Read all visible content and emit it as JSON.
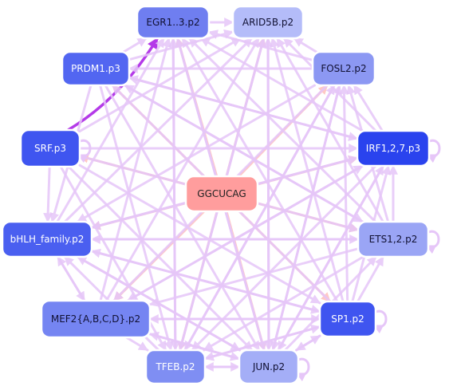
{
  "nodes": [
    {
      "id": "center",
      "label": "GGCUCAG",
      "color": "#ff9d9d",
      "text_color": "#222222"
    },
    {
      "id": "egr1",
      "label": "EGR1..3.p2",
      "color": "#6f7ef0",
      "text_color": "#111133"
    },
    {
      "id": "arid5b",
      "label": "ARID5B.p2",
      "color": "#b4bcf9",
      "text_color": "#111133"
    },
    {
      "id": "prdm1",
      "label": "PRDM1.p3",
      "color": "#5266f1",
      "text_color": "#ffffff"
    },
    {
      "id": "fosl2",
      "label": "FOSL2.p2",
      "color": "#8c98f3",
      "text_color": "#111133"
    },
    {
      "id": "srf",
      "label": "SRF.p3",
      "color": "#3f55f0",
      "text_color": "#ffffff"
    },
    {
      "id": "irf",
      "label": "IRF1,2,7.p3",
      "color": "#2a43ee",
      "text_color": "#ffffff"
    },
    {
      "id": "bhlh",
      "label": "bHLH_family.p2",
      "color": "#4a5ff0",
      "text_color": "#ffffff"
    },
    {
      "id": "ets",
      "label": "ETS1,2.p2",
      "color": "#9aa5f5",
      "text_color": "#111133"
    },
    {
      "id": "mef2",
      "label": "MEF2{A,B,C,D}.p2",
      "color": "#7585f2",
      "text_color": "#111133"
    },
    {
      "id": "sp1",
      "label": "SP1.p2",
      "color": "#3f55f0",
      "text_color": "#ffffff"
    },
    {
      "id": "tfeb",
      "label": "TFEB.p2",
      "color": "#7f8ef3",
      "text_color": "#ffffff"
    },
    {
      "id": "jun",
      "label": "JUN.p2",
      "color": "#a4aef7",
      "text_color": "#111133"
    }
  ],
  "edge_colors": {
    "from_center": "#ffc9c5",
    "between_factors": "#e6c6f8",
    "highlight": "#b43ae8"
  },
  "edges": [
    {
      "from": "center",
      "to": "egr1",
      "kind": "from_center"
    },
    {
      "from": "center",
      "to": "arid5b",
      "kind": "from_center"
    },
    {
      "from": "center",
      "to": "prdm1",
      "kind": "from_center"
    },
    {
      "from": "center",
      "to": "fosl2",
      "kind": "from_center"
    },
    {
      "from": "center",
      "to": "srf",
      "kind": "from_center"
    },
    {
      "from": "center",
      "to": "irf",
      "kind": "from_center"
    },
    {
      "from": "center",
      "to": "bhlh",
      "kind": "from_center"
    },
    {
      "from": "center",
      "to": "ets",
      "kind": "from_center"
    },
    {
      "from": "center",
      "to": "mef2",
      "kind": "from_center"
    },
    {
      "from": "center",
      "to": "sp1",
      "kind": "from_center"
    },
    {
      "from": "center",
      "to": "tfeb",
      "kind": "from_center"
    },
    {
      "from": "center",
      "to": "jun",
      "kind": "from_center"
    },
    {
      "from": "srf",
      "to": "egr1",
      "kind": "highlight"
    },
    {
      "from": "srf",
      "to": "arid5b",
      "kind": "between_factors"
    },
    {
      "from": "srf",
      "to": "irf",
      "kind": "between_factors"
    },
    {
      "from": "srf",
      "to": "bhlh",
      "kind": "between_factors"
    },
    {
      "from": "srf",
      "to": "ets",
      "kind": "between_factors"
    },
    {
      "from": "srf",
      "to": "sp1",
      "kind": "between_factors"
    },
    {
      "from": "srf",
      "to": "jun",
      "kind": "between_factors"
    },
    {
      "from": "srf",
      "to": "tfeb",
      "kind": "between_factors"
    },
    {
      "from": "prdm1",
      "to": "egr1",
      "kind": "between_factors"
    },
    {
      "from": "prdm1",
      "to": "arid5b",
      "kind": "between_factors"
    },
    {
      "from": "prdm1",
      "to": "irf",
      "kind": "between_factors"
    },
    {
      "from": "prdm1",
      "to": "bhlh",
      "kind": "between_factors"
    },
    {
      "from": "prdm1",
      "to": "ets",
      "kind": "between_factors"
    },
    {
      "from": "prdm1",
      "to": "jun",
      "kind": "between_factors"
    },
    {
      "from": "prdm1",
      "to": "tfeb",
      "kind": "between_factors"
    },
    {
      "from": "fosl2",
      "to": "egr1",
      "kind": "between_factors"
    },
    {
      "from": "fosl2",
      "to": "arid5b",
      "kind": "between_factors"
    },
    {
      "from": "fosl2",
      "to": "mef2",
      "kind": "between_factors"
    },
    {
      "from": "fosl2",
      "to": "bhlh",
      "kind": "between_factors"
    },
    {
      "from": "fosl2",
      "to": "prdm1",
      "kind": "between_factors"
    },
    {
      "from": "fosl2",
      "to": "tfeb",
      "kind": "between_factors"
    },
    {
      "from": "fosl2",
      "to": "jun",
      "kind": "between_factors"
    },
    {
      "from": "irf",
      "to": "egr1",
      "kind": "between_factors"
    },
    {
      "from": "irf",
      "to": "arid5b",
      "kind": "between_factors"
    },
    {
      "from": "irf",
      "to": "fosl2",
      "kind": "between_factors"
    },
    {
      "from": "irf",
      "to": "bhlh",
      "kind": "between_factors"
    },
    {
      "from": "irf",
      "to": "mef2",
      "kind": "between_factors"
    },
    {
      "from": "irf",
      "to": "tfeb",
      "kind": "between_factors"
    },
    {
      "from": "irf",
      "to": "jun",
      "kind": "between_factors"
    },
    {
      "from": "irf",
      "to": "prdm1",
      "kind": "between_factors"
    },
    {
      "from": "ets",
      "to": "egr1",
      "kind": "between_factors"
    },
    {
      "from": "ets",
      "to": "arid5b",
      "kind": "between_factors"
    },
    {
      "from": "ets",
      "to": "fosl2",
      "kind": "between_factors"
    },
    {
      "from": "ets",
      "to": "irf",
      "kind": "between_factors"
    },
    {
      "from": "ets",
      "to": "bhlh",
      "kind": "between_factors"
    },
    {
      "from": "ets",
      "to": "mef2",
      "kind": "between_factors"
    },
    {
      "from": "ets",
      "to": "tfeb",
      "kind": "between_factors"
    },
    {
      "from": "ets",
      "to": "prdm1",
      "kind": "between_factors"
    },
    {
      "from": "sp1",
      "to": "egr1",
      "kind": "between_factors"
    },
    {
      "from": "sp1",
      "to": "arid5b",
      "kind": "between_factors"
    },
    {
      "from": "sp1",
      "to": "fosl2",
      "kind": "between_factors"
    },
    {
      "from": "sp1",
      "to": "irf",
      "kind": "between_factors"
    },
    {
      "from": "sp1",
      "to": "ets",
      "kind": "between_factors"
    },
    {
      "from": "sp1",
      "to": "bhlh",
      "kind": "between_factors"
    },
    {
      "from": "sp1",
      "to": "mef2",
      "kind": "between_factors"
    },
    {
      "from": "sp1",
      "to": "tfeb",
      "kind": "between_factors"
    },
    {
      "from": "sp1",
      "to": "jun",
      "kind": "between_factors"
    },
    {
      "from": "sp1",
      "to": "prdm1",
      "kind": "between_factors"
    },
    {
      "from": "jun",
      "to": "egr1",
      "kind": "between_factors"
    },
    {
      "from": "jun",
      "to": "arid5b",
      "kind": "between_factors"
    },
    {
      "from": "jun",
      "to": "fosl2",
      "kind": "between_factors"
    },
    {
      "from": "jun",
      "to": "irf",
      "kind": "between_factors"
    },
    {
      "from": "jun",
      "to": "ets",
      "kind": "between_factors"
    },
    {
      "from": "jun",
      "to": "bhlh",
      "kind": "between_factors"
    },
    {
      "from": "jun",
      "to": "mef2",
      "kind": "between_factors"
    },
    {
      "from": "jun",
      "to": "tfeb",
      "kind": "between_factors"
    },
    {
      "from": "jun",
      "to": "sp1",
      "kind": "between_factors"
    },
    {
      "from": "tfeb",
      "to": "egr1",
      "kind": "between_factors"
    },
    {
      "from": "tfeb",
      "to": "arid5b",
      "kind": "between_factors"
    },
    {
      "from": "tfeb",
      "to": "fosl2",
      "kind": "between_factors"
    },
    {
      "from": "tfeb",
      "to": "bhlh",
      "kind": "between_factors"
    },
    {
      "from": "tfeb",
      "to": "sp1",
      "kind": "between_factors"
    },
    {
      "from": "tfeb",
      "to": "jun",
      "kind": "between_factors"
    },
    {
      "from": "mef2",
      "to": "egr1",
      "kind": "between_factors"
    },
    {
      "from": "mef2",
      "to": "arid5b",
      "kind": "between_factors"
    },
    {
      "from": "mef2",
      "to": "bhlh",
      "kind": "between_factors"
    },
    {
      "from": "mef2",
      "to": "sp1",
      "kind": "between_factors"
    },
    {
      "from": "mef2",
      "to": "jun",
      "kind": "between_factors"
    },
    {
      "from": "mef2",
      "to": "tfeb",
      "kind": "between_factors"
    },
    {
      "from": "mef2",
      "to": "irf",
      "kind": "between_factors"
    },
    {
      "from": "bhlh",
      "to": "egr1",
      "kind": "between_factors"
    },
    {
      "from": "bhlh",
      "to": "arid5b",
      "kind": "between_factors"
    },
    {
      "from": "bhlh",
      "to": "irf",
      "kind": "between_factors"
    },
    {
      "from": "bhlh",
      "to": "ets",
      "kind": "between_factors"
    },
    {
      "from": "bhlh",
      "to": "sp1",
      "kind": "between_factors"
    },
    {
      "from": "bhlh",
      "to": "mef2",
      "kind": "between_factors"
    },
    {
      "from": "bhlh",
      "to": "jun",
      "kind": "between_factors"
    },
    {
      "from": "egr1",
      "to": "arid5b",
      "kind": "between_factors"
    },
    {
      "from": "egr1",
      "to": "jun",
      "kind": "between_factors"
    },
    {
      "from": "egr1",
      "to": "tfeb",
      "kind": "between_factors"
    },
    {
      "from": "arid5b",
      "to": "tfeb",
      "kind": "between_factors"
    },
    {
      "from": "arid5b",
      "to": "jun",
      "kind": "between_factors"
    }
  ],
  "self_loops": [
    "srf",
    "irf",
    "ets",
    "sp1",
    "jun"
  ]
}
